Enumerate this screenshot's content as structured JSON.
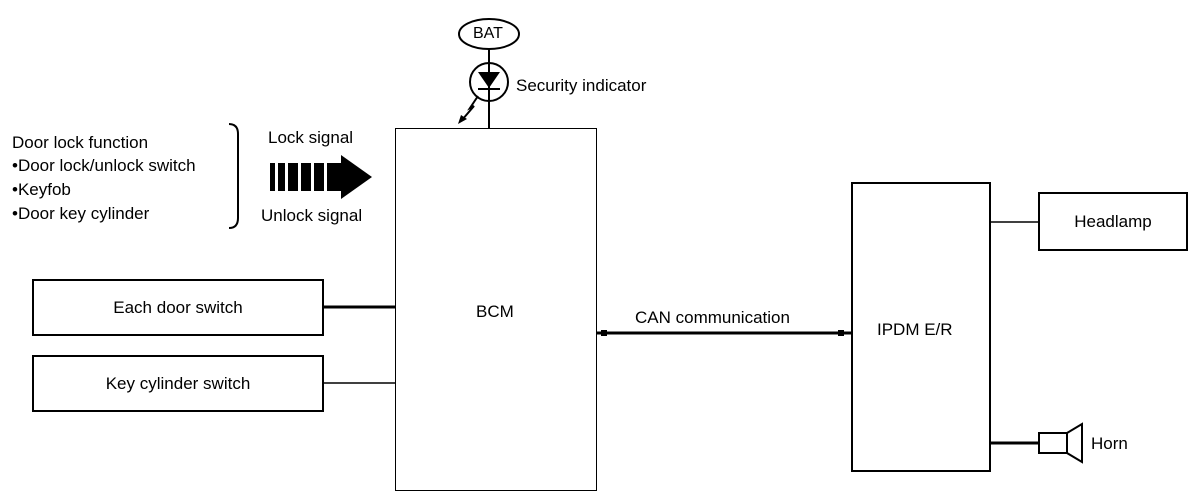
{
  "title": "Security system block diagram",
  "power": {
    "label": "BAT"
  },
  "indicator": {
    "label": "Security indicator"
  },
  "door_lock": {
    "heading": "Door lock function",
    "items": [
      "•Door lock/unlock switch",
      "•Keyfob",
      "•Door key cylinder"
    ]
  },
  "signals": {
    "lock": "Lock signal",
    "unlock": "Unlock signal"
  },
  "inputs": [
    {
      "label": "Each door switch"
    },
    {
      "label": "Key cylinder switch"
    }
  ],
  "bcm": {
    "label": "BCM"
  },
  "can": {
    "label": "CAN communication"
  },
  "ipdm": {
    "label": "IPDM E/R"
  },
  "outputs": [
    {
      "label": "Headlamp"
    },
    {
      "label": "Horn"
    }
  ]
}
